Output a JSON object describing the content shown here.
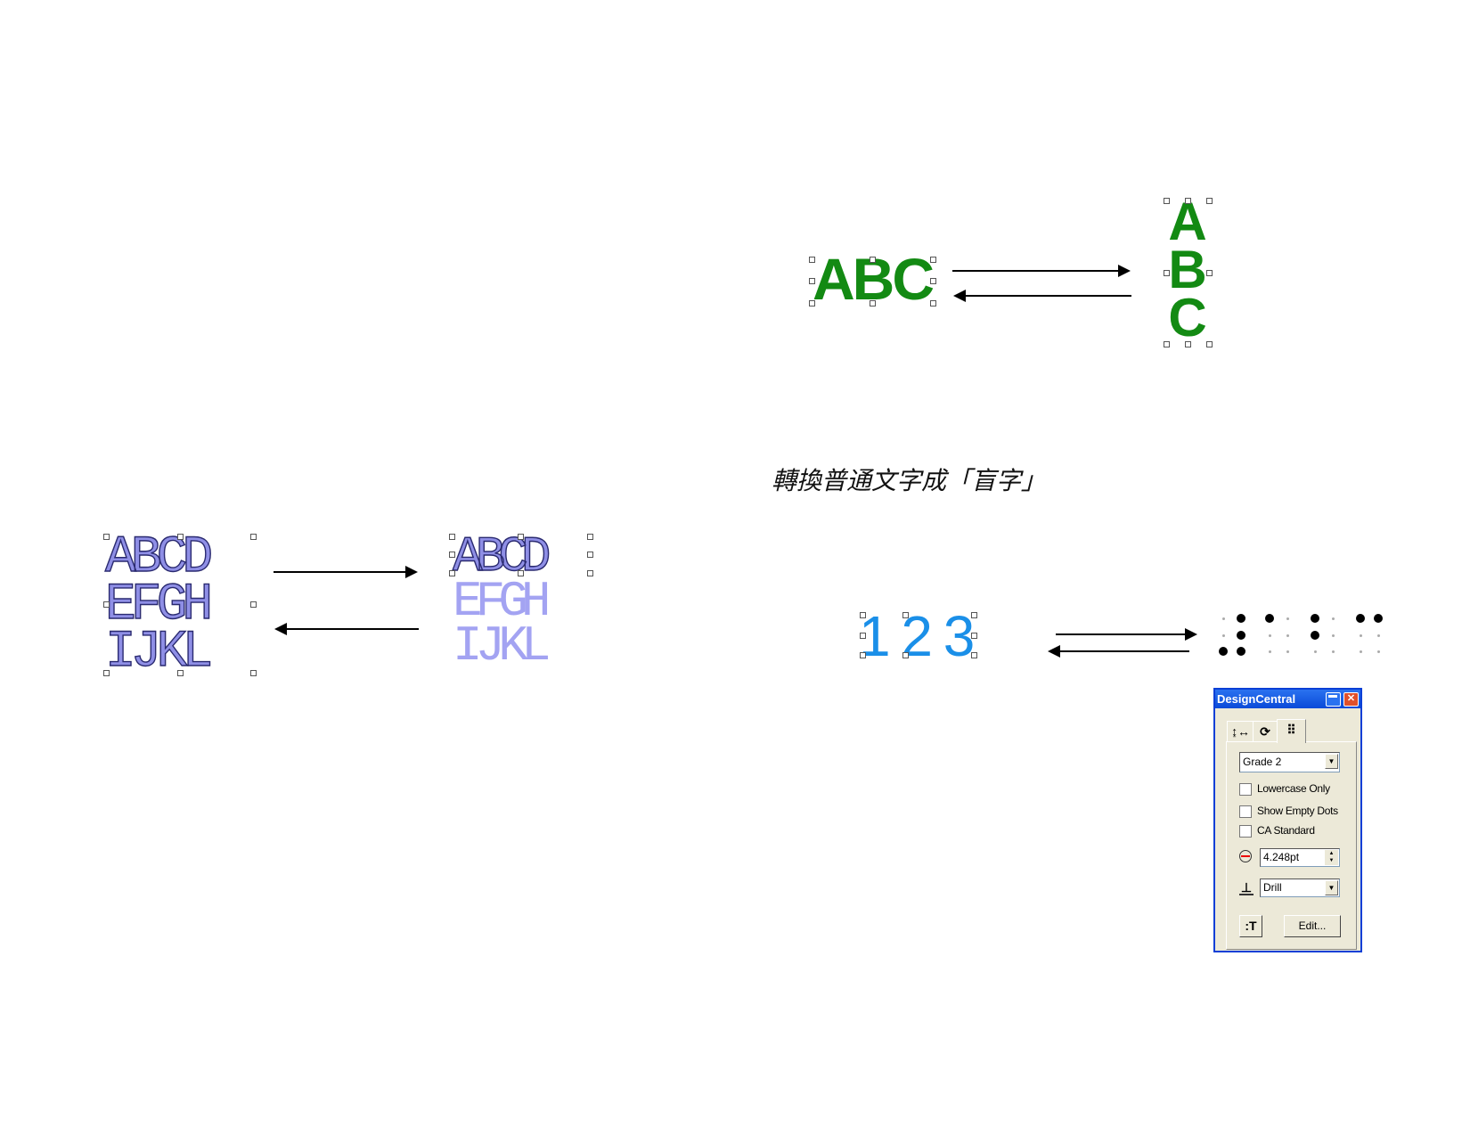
{
  "top_example": {
    "horizontal_text": "ABC",
    "vertical_letters": [
      "A",
      "B",
      "C"
    ],
    "color": "#138a13"
  },
  "caption": "轉換普通文字成「盲字」",
  "left_example": {
    "source_lines": [
      "ABCD",
      "EFGH",
      "IJKL"
    ],
    "result_lines": [
      "ABCD",
      "EFGH",
      "IJKL"
    ],
    "fill_color": "#8f8fe6",
    "light_color": "#a3a3f2"
  },
  "braille_example": {
    "digits": "1 2 3",
    "digit_color": "#1a8fe8",
    "cells": [
      {
        "dots": [
          4,
          5,
          3,
          6
        ]
      },
      {
        "dots": [
          1
        ]
      },
      {
        "dots": [
          1,
          2
        ]
      },
      {
        "dots": [
          1,
          4
        ]
      }
    ]
  },
  "panel": {
    "title": "DesignCentral",
    "tabs": [
      {
        "icon": "move-arrows-icon"
      },
      {
        "icon": "rotate-icon"
      },
      {
        "icon": "braille-dots-icon"
      }
    ],
    "grade_select": "Grade 2",
    "checkboxes": [
      {
        "label": "Lowercase Only",
        "checked": false
      },
      {
        "label": "Show Empty Dots",
        "checked": false
      },
      {
        "label": "CA Standard",
        "checked": false
      }
    ],
    "dot_size": "4.248pt",
    "tool_select": "Drill",
    "edit_button": "Edit..."
  }
}
